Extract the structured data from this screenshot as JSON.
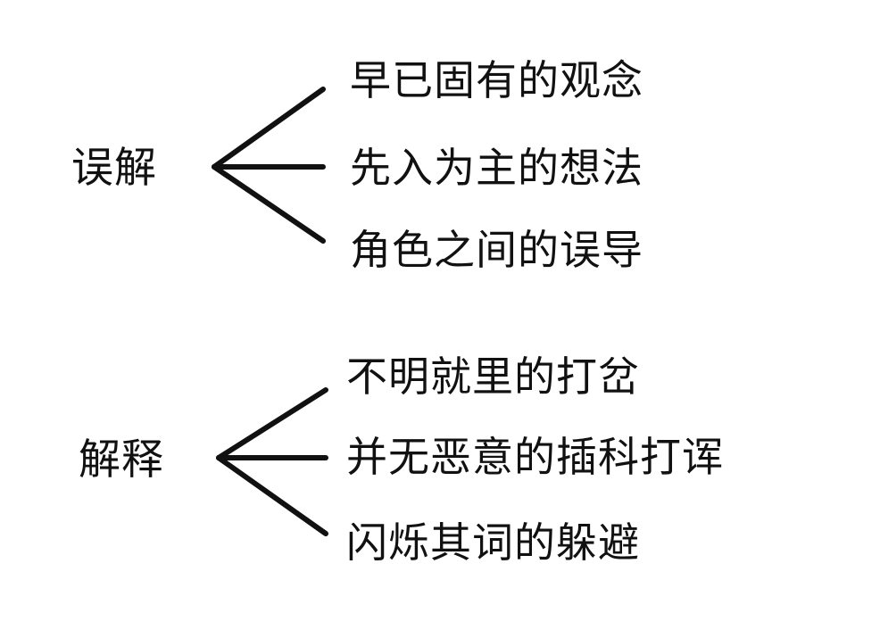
{
  "groups": [
    {
      "root": "误解",
      "branches": [
        "早已固有的观念",
        "先入为主的想法",
        "角色之间的误导"
      ]
    },
    {
      "root": "解释",
      "branches": [
        "不明就里的打岔",
        "并无恶意的插科打诨",
        "闪烁其词的躲避"
      ]
    }
  ],
  "colors": {
    "background": "#ffffff",
    "ink": "#111111"
  }
}
